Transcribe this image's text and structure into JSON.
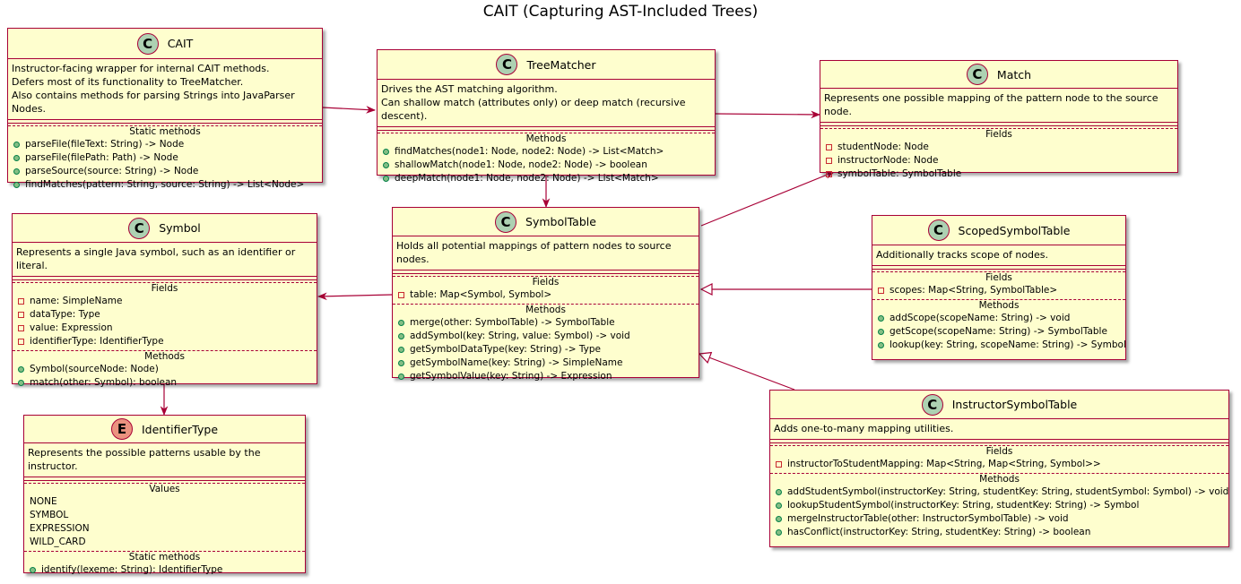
{
  "title": "CAIT (Capturing AST-Included Trees)",
  "colors": {
    "class_fill": "#FEFECE",
    "border": "#A80036",
    "class_badge": "#ADD1B2",
    "enum_badge": "#EB937F",
    "private_marker": "#C82930",
    "public_marker": "#84BE84"
  },
  "classes": {
    "cait": {
      "badge": "C",
      "name": "CAIT",
      "description": [
        "Instructor-facing wrapper for internal CAIT methods.",
        "Defers most of its functionality to TreeMatcher.",
        "Also contains methods for parsing Strings into JavaParser Nodes."
      ],
      "static_methods_label": "Static methods",
      "static_methods": [
        "parseFile(fileText: String) -> Node",
        "parseFile(filePath: Path) -> Node",
        "parseSource(source: String) -> Node",
        "findMatches(pattern: String, source: String) -> List<Node>"
      ]
    },
    "treematcher": {
      "badge": "C",
      "name": "TreeMatcher",
      "description": [
        "Drives the AST matching algorithm.",
        "Can shallow match (attributes only) or deep match (recursive descent)."
      ],
      "methods_label": "Methods",
      "methods": [
        "findMatches(node1: Node, node2: Node) -> List<Match>",
        "shallowMatch(node1: Node, node2: Node) -> boolean",
        "deepMatch(node1: Node, node2: Node) -> List<Match>"
      ]
    },
    "match": {
      "badge": "C",
      "name": "Match",
      "description": [
        "Represents one possible mapping of the pattern node to the source node."
      ],
      "fields_label": "Fields",
      "fields": [
        "studentNode: Node",
        "instructorNode: Node",
        "symbolTable: SymbolTable"
      ]
    },
    "symbol": {
      "badge": "C",
      "name": "Symbol",
      "description": [
        "Represents a single Java symbol, such as an identifier or literal."
      ],
      "fields_label": "Fields",
      "fields": [
        "name: SimpleName",
        "dataType: Type",
        "value: Expression",
        "identifierType: IdentifierType"
      ],
      "methods_label": "Methods",
      "methods": [
        "Symbol(sourceNode: Node)",
        "match(other: Symbol): boolean"
      ]
    },
    "symboltable": {
      "badge": "C",
      "name": "SymbolTable",
      "description": [
        "Holds all potential mappings of pattern nodes to source nodes."
      ],
      "fields_label": "Fields",
      "fields": [
        "table: Map<Symbol, Symbol>"
      ],
      "methods_label": "Methods",
      "methods": [
        "merge(other: SymbolTable) -> SymbolTable",
        "addSymbol(key: String, value: Symbol) -> void",
        "getSymbolDataType(key: String) -> Type",
        "getSymbolName(key: String) -> SimpleName",
        "getSymbolValue(key: String) -> Expression"
      ]
    },
    "scoped": {
      "badge": "C",
      "name": "ScopedSymbolTable",
      "description": [
        "Additionally tracks scope of nodes."
      ],
      "fields_label": "Fields",
      "fields": [
        "scopes: Map<String, SymbolTable>"
      ],
      "methods_label": "Methods",
      "methods": [
        "addScope(scopeName: String) -> void",
        "getScope(scopeName: String) -> SymbolTable",
        "lookup(key: String, scopeName: String) -> Symbol"
      ]
    },
    "identifiertype": {
      "badge": "E",
      "name": "IdentifierType",
      "description": [
        "Represents the possible patterns usable by the instructor."
      ],
      "values_label": "Values",
      "values": [
        "NONE",
        "SYMBOL",
        "EXPRESSION",
        "WILD_CARD"
      ],
      "static_methods_label": "Static methods",
      "static_methods": [
        "identify(lexeme: String): IdentifierType"
      ]
    },
    "instructor": {
      "badge": "C",
      "name": "InstructorSymbolTable",
      "description": [
        "Adds one-to-many mapping utilities."
      ],
      "fields_label": "Fields",
      "fields": [
        "instructorToStudentMapping: Map<String, Map<String, Symbol>>"
      ],
      "methods_label": "Methods",
      "methods": [
        "addStudentSymbol(instructorKey: String, studentKey: String, studentSymbol: Symbol) -> void",
        "lookupStudentSymbol(instructorKey: String, studentKey: String) -> Symbol",
        "mergeInstructorTable(other: InstructorSymbolTable) -> void",
        "hasConflict(instructorKey: String, studentKey: String) -> boolean"
      ]
    }
  }
}
